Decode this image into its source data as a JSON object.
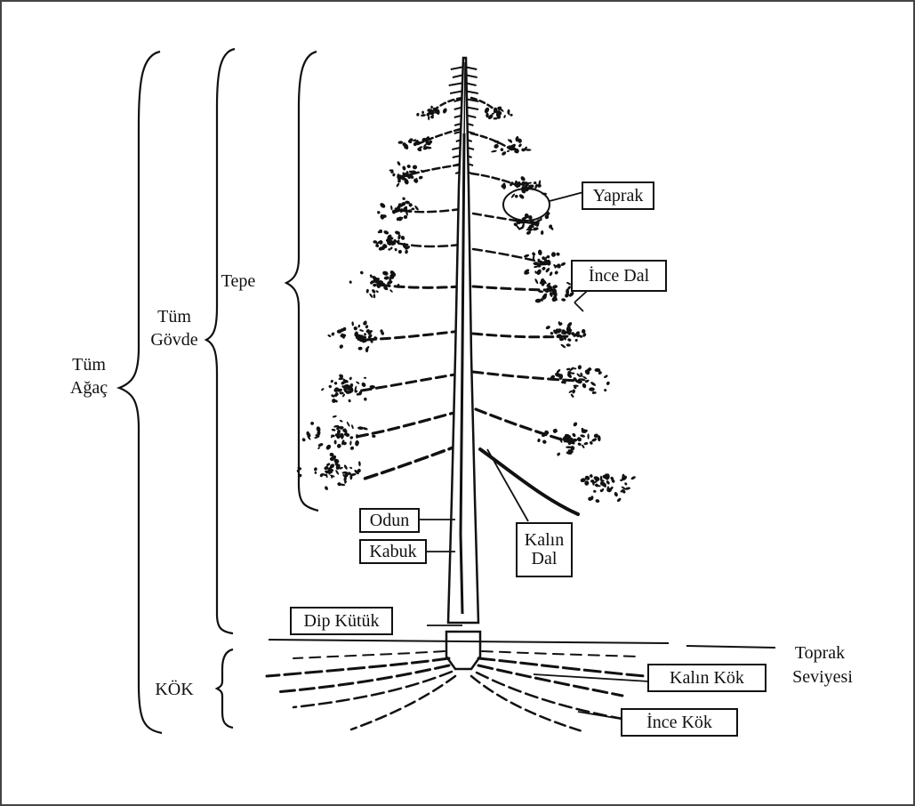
{
  "labels": {
    "whole_tree": {
      "line1": "Tüm",
      "line2": "Ağaç"
    },
    "whole_stem": {
      "line1": "Tüm",
      "line2": "Gövde"
    },
    "crown": "Tepe",
    "root": "KÖK",
    "leaf": "Yaprak",
    "twig": "İnce Dal",
    "thick_branch": {
      "line1": "Kalın",
      "line2": "Dal"
    },
    "wood": "Odun",
    "bark": "Kabuk",
    "stump": "Dip Kütük",
    "soil_level": {
      "line1": "Toprak",
      "line2": "Seviyesi"
    },
    "thick_root": "Kalın Kök",
    "fine_root": "İnce Kök"
  },
  "colors": {
    "ink": "#111111",
    "background": "#ffffff"
  }
}
